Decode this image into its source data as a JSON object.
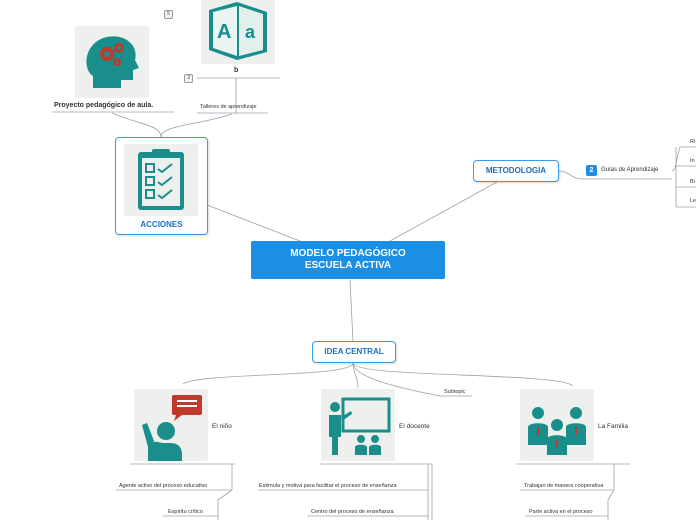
{
  "central": {
    "line1": "MODELO PEDAGÓGICO",
    "line2": "ESCUELA ACTIVA"
  },
  "acciones": {
    "label": "ACCIONES"
  },
  "metodologia": {
    "label": "METODOLOGIA",
    "child_badge": "2",
    "child_label": "Guías de Aprendizaje",
    "truncated_items": [
      "Ri",
      "In",
      "Bi",
      "Le"
    ]
  },
  "idea_central": {
    "label": "IDEA CENTRAL",
    "subtopic": "Subtopic"
  },
  "top": {
    "proyecto": "Proyecto pedagógico de aula.",
    "b_label": "b",
    "talleres": "Talleres de aprendizaje",
    "badge_5": "5",
    "badge_3": "3"
  },
  "ninio": {
    "label": "El niño",
    "items": [
      "Agente activo del proceso educativo",
      "Espíritu crítico"
    ]
  },
  "docente": {
    "label": "El docente",
    "items": [
      "Estimula y motiva para facilitar el proceso de enseñanza",
      "Centro del proceso de enseñanza"
    ]
  },
  "familia": {
    "label": "La Familia",
    "items": [
      "Trabajan de manera cooperativa",
      "Parte activa en el proceso"
    ]
  },
  "colors": {
    "central": "#1a8fe3",
    "border": "#3a9ae8",
    "teal": "#1a8e8a",
    "red": "#c0392b"
  }
}
